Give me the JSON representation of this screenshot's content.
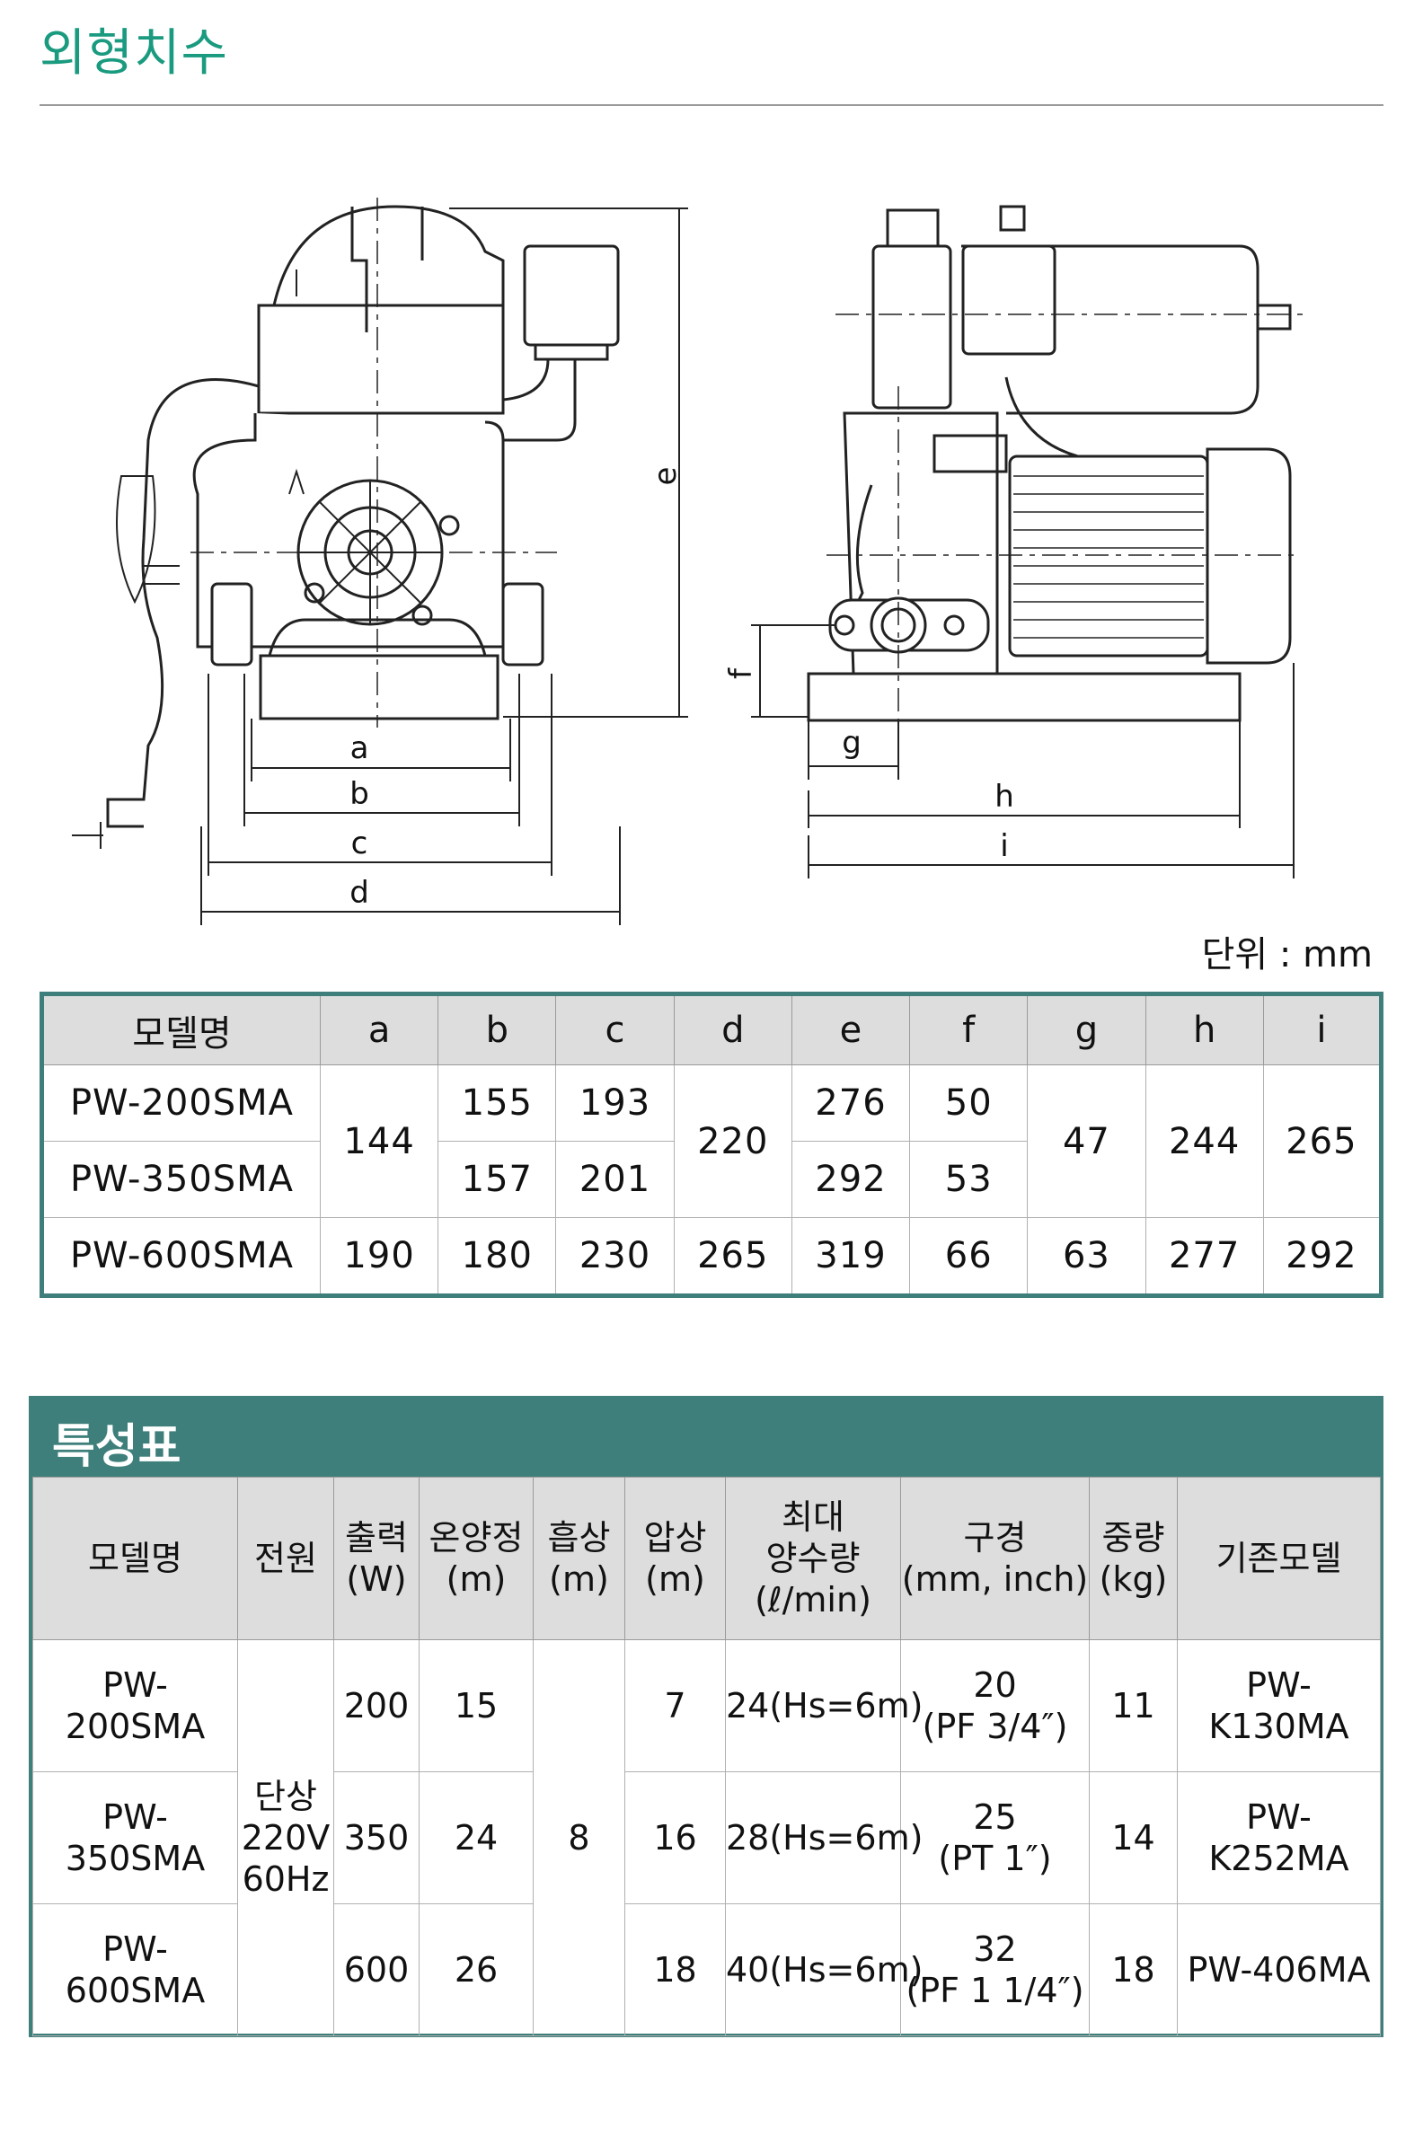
{
  "section_title": "외형치수",
  "drawing_labels": {
    "a": "a",
    "b": "b",
    "c": "c",
    "d": "d",
    "e": "e",
    "f": "f",
    "g": "g",
    "h": "h",
    "i": "i"
  },
  "unit_note": "단위 : mm",
  "dimension_table": {
    "headers": [
      "모델명",
      "a",
      "b",
      "c",
      "d",
      "e",
      "f",
      "g",
      "h",
      "i"
    ],
    "rows": [
      {
        "model": "PW-200SMA",
        "a": "144",
        "b": "155",
        "c": "193",
        "d": "220",
        "e": "276",
        "f": "50",
        "g": "47",
        "h": "244",
        "i": "265"
      },
      {
        "model": "PW-350SMA",
        "b": "157",
        "c": "201",
        "e": "292",
        "f": "53"
      },
      {
        "model": "PW-600SMA",
        "a": "190",
        "b": "180",
        "c": "230",
        "d": "265",
        "e": "319",
        "f": "66",
        "g": "63",
        "h": "277",
        "i": "292"
      }
    ]
  },
  "spec_table": {
    "title": "특성표",
    "headers": {
      "model": "모델명",
      "power": "전원",
      "output": [
        "출력",
        "(W)"
      ],
      "head": [
        "온양정",
        "(m)"
      ],
      "suction": [
        "흡상",
        "(m)"
      ],
      "pressure": [
        "압상",
        "(m)"
      ],
      "flow": [
        "최대",
        "양수량",
        "(ℓ/min)"
      ],
      "bore": [
        "구경",
        "(mm, inch)"
      ],
      "weight": [
        "중량",
        "(kg)"
      ],
      "legacy": "기존모델"
    },
    "power_value": [
      "단상",
      "220V",
      "60Hz"
    ],
    "suction_value": "8",
    "rows": [
      {
        "model": "PW-200SMA",
        "output": "200",
        "head": "15",
        "pressure": "7",
        "flow": "24(Hs=6m)",
        "bore": [
          "20",
          "(PF 3/4″)"
        ],
        "weight": "11",
        "legacy": "PW-K130MA"
      },
      {
        "model": "PW-350SMA",
        "output": "350",
        "head": "24",
        "pressure": "16",
        "flow": "28(Hs=6m)",
        "bore": [
          "25",
          "(PT 1″)"
        ],
        "weight": "14",
        "legacy": "PW-K252MA"
      },
      {
        "model": "PW-600SMA",
        "output": "600",
        "head": "26",
        "pressure": "18",
        "flow": "40(Hs=6m)",
        "bore": [
          "32",
          "(PF 1 1/4″)"
        ],
        "weight": "18",
        "legacy": "PW-406MA"
      }
    ]
  }
}
